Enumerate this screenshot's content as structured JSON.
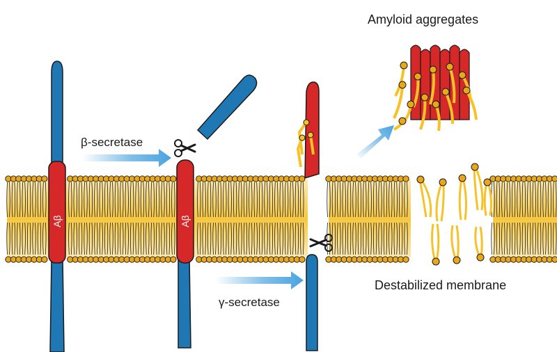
{
  "labels": {
    "beta_secretase": "β-secretase",
    "gamma_secretase": "γ-secretase",
    "amyloid_aggregates": "Amyloid aggregates",
    "destabilized_membrane": "Destabilized membrane",
    "abeta": "Aβ"
  },
  "colors": {
    "lipid_head": "#e9a81c",
    "lipid_tail": "#f6c227",
    "membrane_core": "#f9d34a",
    "protein_blue": "#1f78b4",
    "abeta_red": "#d62828",
    "arrow_blue": "#4aa3df",
    "outline": "#1a1a1a"
  },
  "icons": {
    "cleavage": "scissors-icon"
  }
}
